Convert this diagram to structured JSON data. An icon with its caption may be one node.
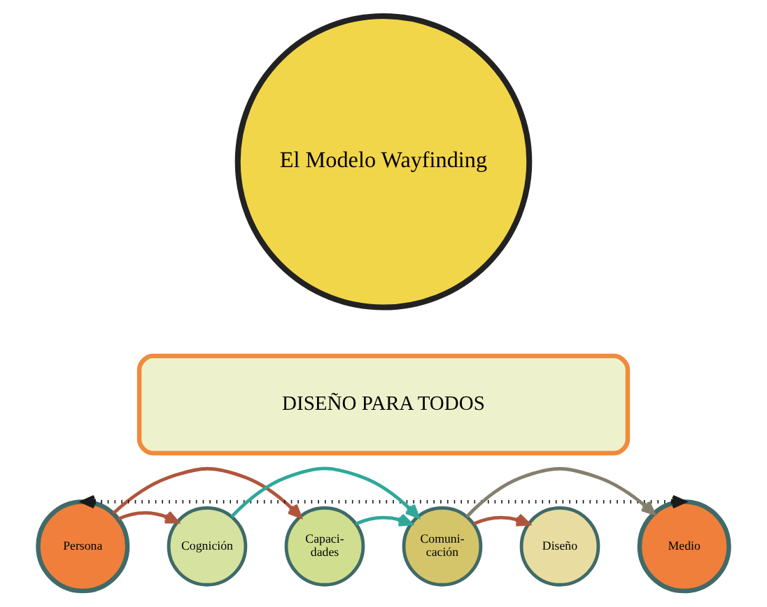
{
  "diagram": {
    "nodes": [
      {
        "text": [
          "El Modelo Wayfinding"
        ]
      },
      {
        "text": [
          "DISEÑO PARA TODOS"
        ]
      },
      {
        "text": [
          "Persona"
        ]
      },
      {
        "text": [
          "Cognición"
        ]
      },
      {
        "text": [
          "Capaci- dades"
        ]
      },
      {
        "text": [
          "Comuni- cación"
        ]
      },
      {
        "text": [
          "Diseño"
        ]
      },
      {
        "text": [
          "Medio"
        ]
      }
    ],
    "edges": [
      {
        "from": 2,
        "to": 7,
        "arrow": "both",
        "style": "dashed",
        "color": "#1a1a1a"
      },
      {
        "from": 2,
        "to": 3,
        "arrow": "to"
      },
      {
        "from": 2,
        "to": 4,
        "arrow": "to"
      },
      {
        "from": 3,
        "to": 5,
        "arrow": "to",
        "color": "#2fa89a"
      },
      {
        "from": 4,
        "to": 5,
        "arrow": "to",
        "color": "#2fa89a"
      },
      {
        "from": 5,
        "to": 6,
        "arrow": "to"
      },
      {
        "from": 5,
        "to": 7,
        "arrow": "to",
        "color": "#857f6e"
      }
    ]
  }
}
